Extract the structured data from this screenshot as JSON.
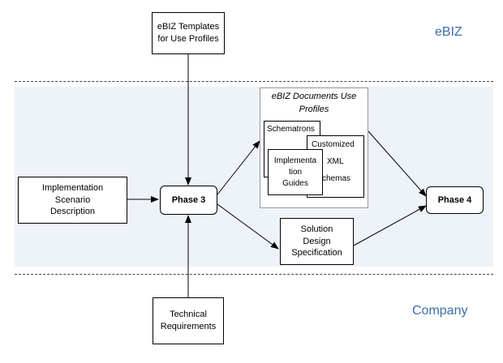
{
  "zones": {
    "top": "eBIZ",
    "bottom": "Company"
  },
  "nodes": {
    "ebiz_templates": "eBIZ Templates\nfor Use Profiles",
    "implementation_scenario": "Implementation\nScenario\nDescription",
    "phase3": "Phase 3",
    "phase4": "Phase 4",
    "solution_design": "Solution\nDesign\nSpecification",
    "technical_requirements": "Technical\nRequirements"
  },
  "use_profiles": {
    "title": "eBIZ Documents Use\nProfiles",
    "docs": {
      "schematrons": "Schematrons",
      "customized": "Customized",
      "xml": "XML",
      "schemas": "chemas",
      "guides": "Implementa\ntion\nGuides"
    }
  }
}
